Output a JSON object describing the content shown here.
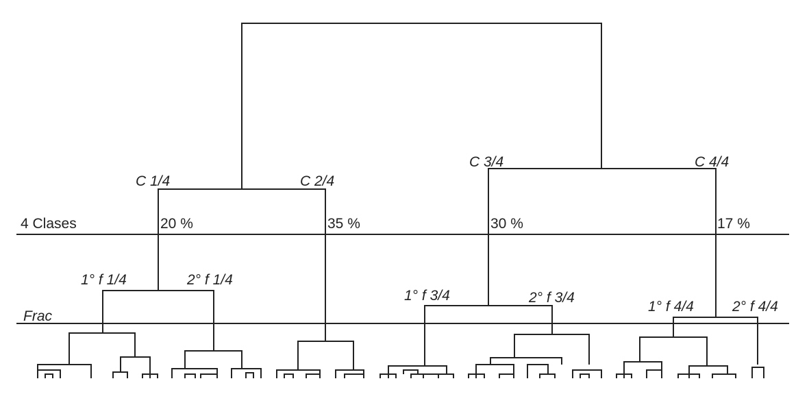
{
  "level_labels": {
    "classes": "4 Clases",
    "frac": "Frac"
  },
  "classes": [
    {
      "name": "C 1/4",
      "percent": "20 %"
    },
    {
      "name": "C 2/4",
      "percent": "35 %"
    },
    {
      "name": "C 3/4",
      "percent": "30 %"
    },
    {
      "name": "C 4/4",
      "percent": "17 %"
    }
  ],
  "fractions": [
    "1° f 1/4",
    "2° f 1/4",
    "1° f 3/4",
    "2° f 3/4",
    "1° f 4/4",
    "2° f 4/4"
  ],
  "colors": {
    "line": "#222222",
    "background": "#ffffff"
  }
}
